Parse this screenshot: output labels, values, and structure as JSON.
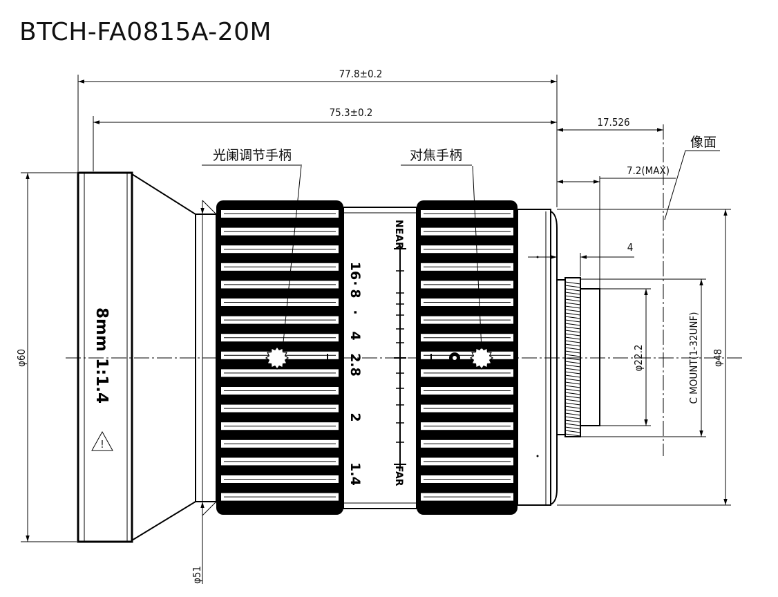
{
  "title": "BTCH-FA0815A-20M",
  "dimensions": {
    "overall_length": "77.8±0.2",
    "body_length": "75.3±0.2",
    "flange_back": "17.526",
    "back_protrusion": "7.2(MAX)",
    "thread_length": "4",
    "front_diameter": "φ60",
    "barrel_diameter": "φ51",
    "rear_diameter": "φ48",
    "rear_element_diameter": "φ22.2",
    "mount": "C MOUNT(1-32UNF)"
  },
  "labels": {
    "image_plane": "像面",
    "iris_handle": "光阑调节手柄",
    "focus_handle": "对焦手柄"
  },
  "lens_marking": {
    "focal": "8mm",
    "aperture": "1:1.4",
    "warning_symbol": "!"
  },
  "iris_scale": [
    "16",
    "·",
    "8",
    "·",
    "4",
    "2.8",
    "2",
    "1.4"
  ],
  "focus_scale": {
    "near": "NEAR",
    "far": "FAR"
  }
}
